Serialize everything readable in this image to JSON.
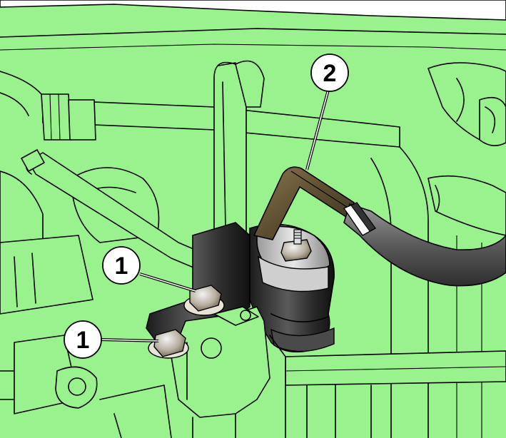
{
  "colors": {
    "background": "#99f28e",
    "outline": "#000000",
    "hose": "#6b5a3a",
    "pipe": "#555555",
    "component_dark": "#2e2e2e",
    "callout_fill": "#ffffff"
  },
  "callouts": [
    {
      "id": "callout-1-upper",
      "label": "1"
    },
    {
      "id": "callout-1-lower",
      "label": "1"
    },
    {
      "id": "callout-2",
      "label": "2"
    }
  ]
}
